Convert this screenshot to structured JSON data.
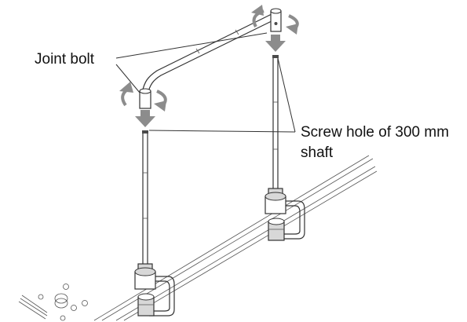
{
  "callouts": {
    "joint_bolt": "Joint bolt",
    "screw_hole_line1": "Screw hole of 300 mm",
    "screw_hole_line2": "shaft"
  },
  "colors": {
    "line": "#333333",
    "rotation_arrow": "#8c8c8c",
    "clamp_fill": "#d8d8d8"
  }
}
